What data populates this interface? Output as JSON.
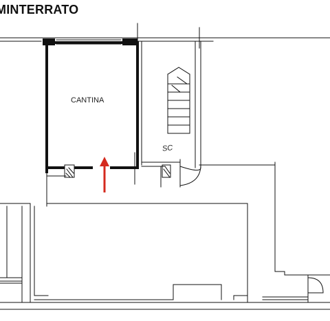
{
  "title": "MINTERRATO",
  "rooms": [
    {
      "label": "CANTINA"
    }
  ],
  "stair_label": "SC",
  "colors": {
    "walls": "#111111",
    "arrow": "#d42a1e",
    "background": "#ffffff"
  },
  "icons": [
    "entrance-arrow-icon"
  ]
}
